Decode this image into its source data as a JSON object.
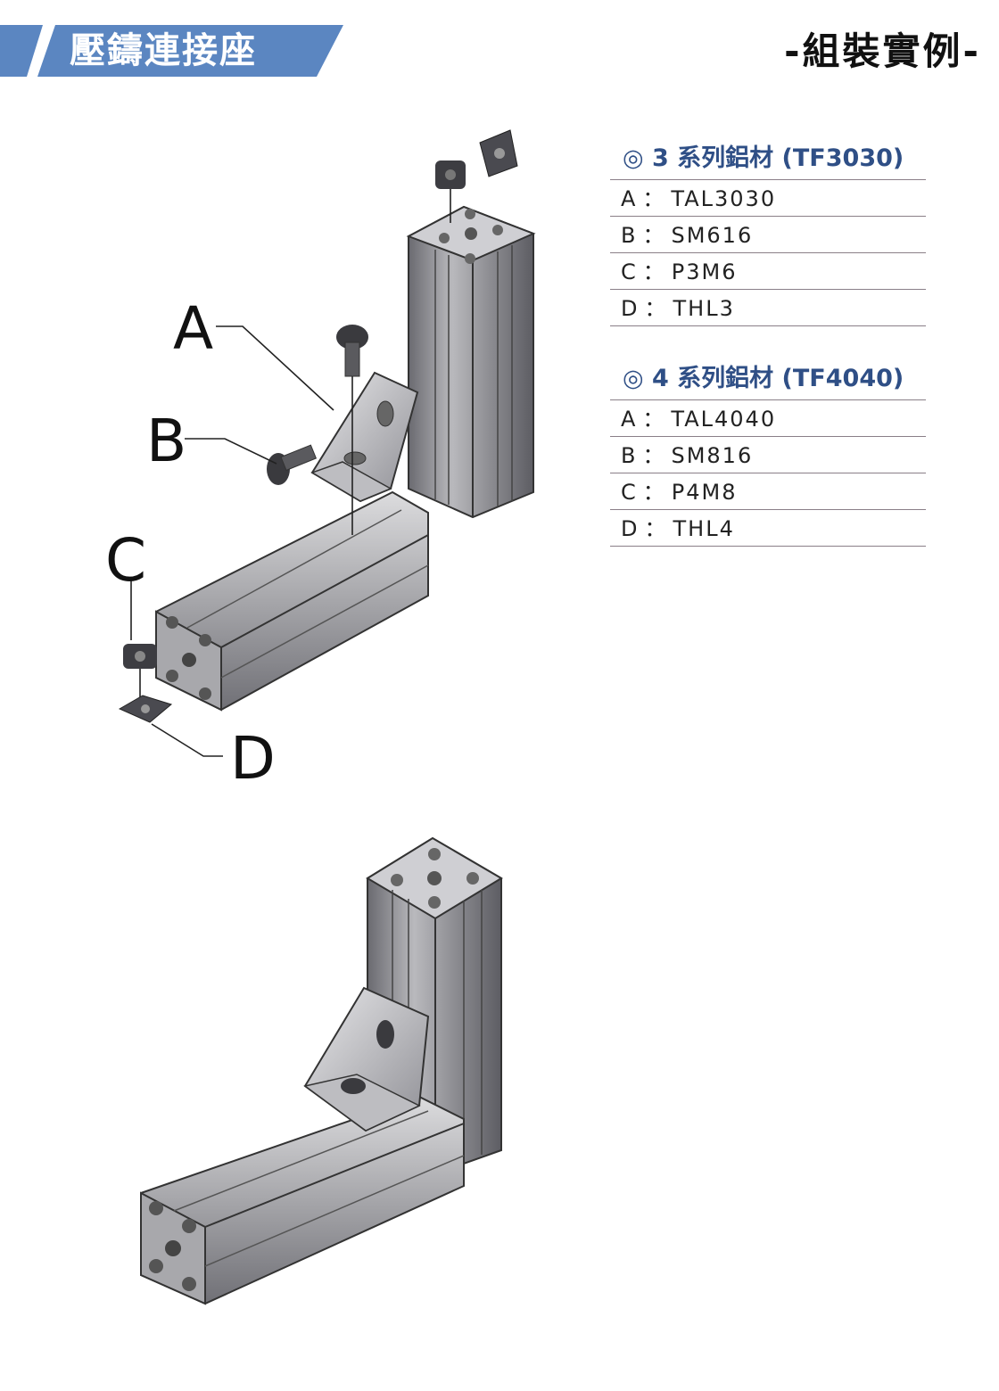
{
  "header": {
    "title": "壓鑄連接座",
    "right_title": "-組裝實例-",
    "band_color": "#5b86c1"
  },
  "spec_sections": [
    {
      "heading": "◎ 3 系列鋁材 (TF3030)",
      "rows": [
        {
          "key": "A",
          "value": "TAL3030"
        },
        {
          "key": "B",
          "value": "SM616"
        },
        {
          "key": "C",
          "value": "P3M6"
        },
        {
          "key": "D",
          "value": "THL3"
        }
      ]
    },
    {
      "heading": "◎ 4 系列鋁材 (TF4040)",
      "rows": [
        {
          "key": "A",
          "value": "TAL4040"
        },
        {
          "key": "B",
          "value": "SM816"
        },
        {
          "key": "C",
          "value": "P4M8"
        },
        {
          "key": "D",
          "value": "THL4"
        }
      ]
    }
  ],
  "diagram_labels": {
    "a": "A",
    "b": "B",
    "c": "C",
    "d": "D"
  },
  "separator": "："
}
